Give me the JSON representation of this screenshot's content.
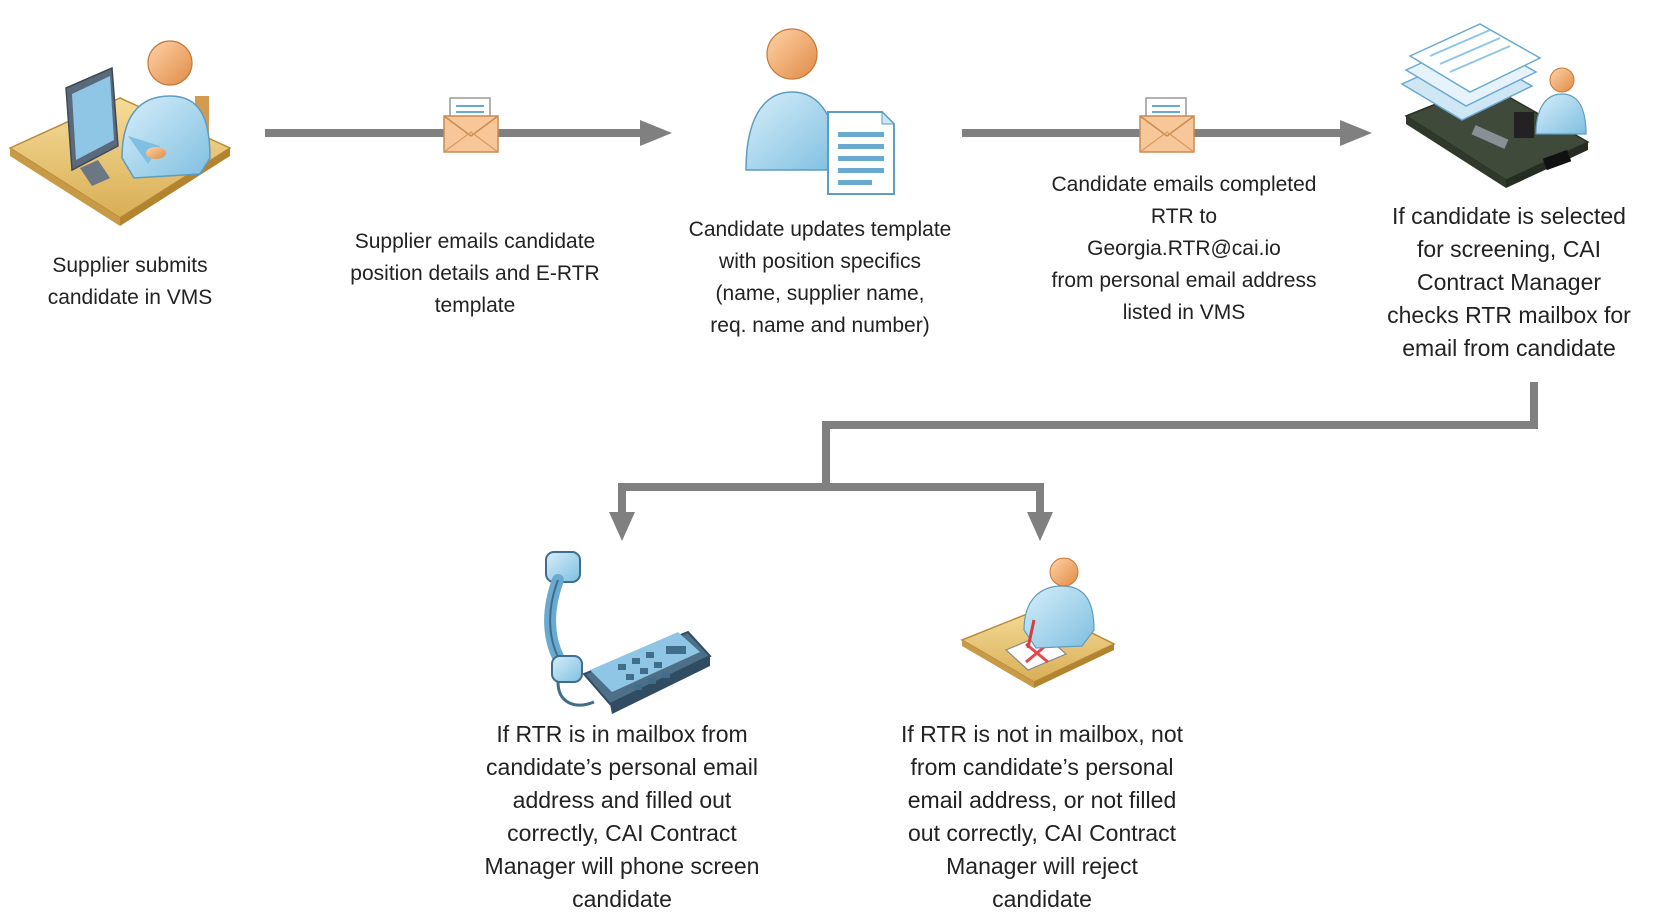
{
  "steps": {
    "supplier_submits": {
      "text": "Supplier submits\ncandidate in VMS",
      "icon": "person-at-computer-icon"
    },
    "supplier_emails": {
      "text": "Supplier emails candidate\nposition details and E-RTR\ntemplate",
      "icon": "envelope-icon"
    },
    "candidate_updates": {
      "text": "Candidate updates template\nwith position specifics\n(name, supplier name,\nreq. name and number)",
      "icon": "person-with-document-icon"
    },
    "candidate_emails": {
      "text": "Candidate emails completed\nRTR to\nGeorgia.RTR@cai.io\nfrom personal email address\nlisted in VMS",
      "icon": "envelope-icon"
    },
    "manager_checks": {
      "text": "If candidate is selected\nfor screening, CAI\nContract Manager\nchecks RTR mailbox for\nemail from candidate",
      "icon": "manager-with-documents-icon"
    },
    "phone_screen": {
      "text": "If RTR is in mailbox from\ncandidate’s personal email\naddress and filled out\ncorrectly, CAI Contract\nManager will phone screen\ncandidate",
      "icon": "telephone-icon"
    },
    "reject": {
      "text": "If RTR is not in mailbox, not\nfrom candidate’s personal\nemail address, or not filled\nout correctly, CAI Contract\nManager will reject\ncandidate",
      "icon": "person-rejecting-document-icon"
    }
  },
  "colors": {
    "connector": "#808080",
    "skin": "#f2a96b",
    "shirt": "#a9d6ec",
    "desk": "#e9c87a",
    "envelope": "#f7c79a",
    "document": "#cfe6f5"
  }
}
